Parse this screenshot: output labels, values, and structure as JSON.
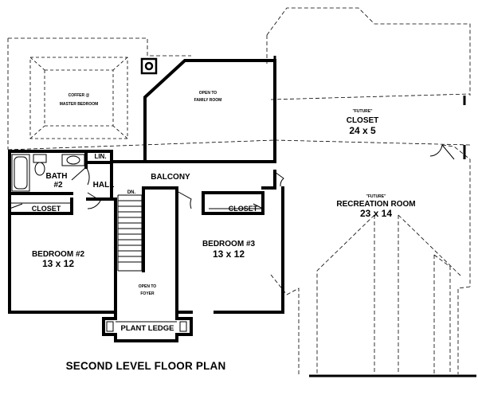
{
  "title": "SECOND LEVEL FLOOR PLAN",
  "rooms": {
    "coffer": [
      "COFFER @",
      "MASTER BEDROOM"
    ],
    "open_family": [
      "OPEN TO",
      "FAMILY ROOM"
    ],
    "closet_future": {
      "tag": "\"FUTURE\"",
      "name": "CLOSET",
      "size": "24 x 5"
    },
    "lin": "LIN.",
    "bath": {
      "name": "BATH",
      "num": "#2"
    },
    "hall": "HALL",
    "balcony": "BALCONY",
    "dn": "DN.",
    "closet_left": "CLOSET",
    "closet_right": "CLOSET",
    "rec_room": {
      "tag": "\"FUTURE\"",
      "name": "RECREATION ROOM",
      "size": "23 x 14"
    },
    "bedroom2": {
      "name": "BEDROOM #2",
      "size": "13 x 12"
    },
    "bedroom3": {
      "name": "BEDROOM #3",
      "size": "13 x 12"
    },
    "open_foyer": [
      "OPEN TO",
      "FOYER"
    ],
    "plant_ledge": "PLANT LEDGE"
  }
}
